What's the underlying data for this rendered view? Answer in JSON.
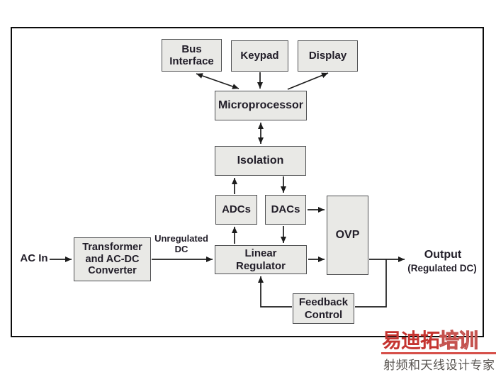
{
  "diagram": {
    "boxes": {
      "bus_interface": {
        "label": "Bus\nInterface"
      },
      "keypad": {
        "label": "Keypad"
      },
      "display": {
        "label": "Display"
      },
      "microprocessor": {
        "label": "Microprocessor"
      },
      "isolation": {
        "label": "Isolation"
      },
      "adcs": {
        "label": "ADCs"
      },
      "dacs": {
        "label": "DACs"
      },
      "ovp": {
        "label": "OVP"
      },
      "linear_regulator": {
        "label": "Linear\nRegulator"
      },
      "transformer": {
        "label": "Transformer\nand AC-DC\nConverter"
      },
      "feedback_control": {
        "label": "Feedback\nControl"
      }
    },
    "labels": {
      "ac_in": "AC In",
      "unregulated_dc": "Unregulated\nDC",
      "output": "Output",
      "output_sub": "(Regulated DC)"
    },
    "colors": {
      "box_fill": "#e9e9e6",
      "box_border": "#4f5052",
      "line": "#1c1c1c",
      "text": "#211d28",
      "frame_border": "#0c0c0c"
    }
  },
  "watermark": {
    "title_main": "易迪拓",
    "title_accent": "培训",
    "subtitle": "射频和天线设计专家",
    "accent_color": "#c53430",
    "subtitle_color": "#585450"
  }
}
